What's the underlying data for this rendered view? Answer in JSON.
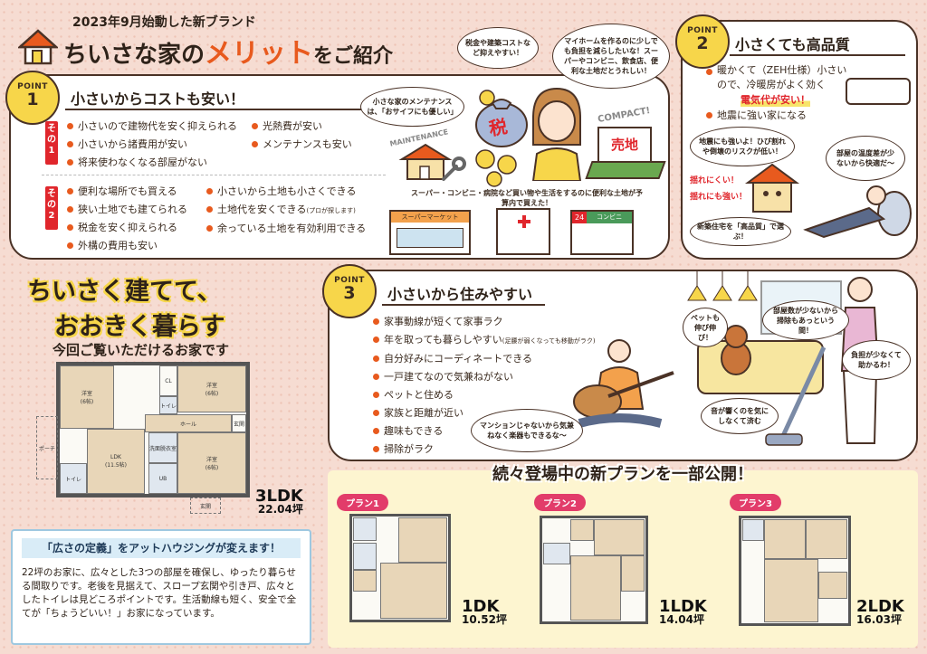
{
  "header": {
    "subtitle": "2023年9月始動した新ブランド",
    "title_main": "ちいさな家の",
    "title_accent": "メリット",
    "title_end": "をご紹介"
  },
  "point1": {
    "badge_word": "POINT",
    "badge_num": "1",
    "title": "小さいからコストも安い！",
    "group1_tag": "その1",
    "group1_left": [
      "小さいので建物代を安く抑えられる",
      "小さいから諸費用が安い",
      "将来使わなくなる部屋がない"
    ],
    "group1_right": [
      "光熱費が安い",
      "メンテナンスも安い"
    ],
    "group2_tag": "その2",
    "group2_left": [
      "便利な場所でも買える",
      "狭い土地でも建てられる",
      "税金を安く抑えられる",
      "外構の費用も安い"
    ],
    "group2_right": [
      "小さいから土地も小さくできる",
      "土地代を安くできる",
      "余っている土地を有効利用できる"
    ],
    "group2_note": "(プロが探します)",
    "illus": {
      "bubble_tax": "税金や建築コストなど抑えやすい！",
      "bubble_home": "マイホームを作るのに少しでも負担を減らしたいな！スーパーやコンビニ、飲食店、便利な土地だとうれしい！",
      "bubble_maint": "小さな家のメンテナンスは、「おサイフにも優しい」",
      "maintenance": "MAINTENANCE",
      "compact": "COMPACT!",
      "tax_char": "税",
      "sold_sign": "売地",
      "shop_caption": "スーパー・コンビニ・病院など買い物や生活をするのに便利な土地が予算内で買えた！",
      "super_sign": "スーパーマーケット",
      "conv_num": "24",
      "conv_sign": "コンビニ"
    }
  },
  "point2": {
    "badge_word": "POINT",
    "badge_num": "2",
    "title": "小さくても高品質",
    "item1": "暖かくて（ZEH仕様）小さいので、冷暖房がよく効く",
    "item1_emph": "電気代が安い！",
    "item2": "地震に強い家になる",
    "bubble_quake": "地震にも強いよ！ひび割れや倒壊のリスクが低い！",
    "bubble_temp": "部屋の温度差が少ないから快適だ〜",
    "shake1": "揺れにくい！",
    "shake2": "揺れにも強い！",
    "bubble_quality": "新築住宅を「高品質」で選ぶ！"
  },
  "slogan": {
    "line1": "ちいさく建てて、",
    "line2": "おおきく暮らす",
    "sub": "今回ご覧いただけるお家です"
  },
  "main_plan": {
    "rooms": [
      "洋室\n(6帖)",
      "LDK\n(11.5帖)",
      "洋室\n(6帖)",
      "洋室\n(6帖)",
      "CL",
      "トイレ",
      "ホール",
      "玄関",
      "洗面脱衣室",
      "UB",
      "トイレ",
      "ポーチ",
      "玄関"
    ],
    "type": "3LDK",
    "size": "22.04坪"
  },
  "definition": {
    "heading": "「広さの定義」をアットハウジングが変えます！",
    "body": "22坪のお家に、広々とした3つの部屋を確保し、ゆったり暮らせる間取りです。老後を見据えて、スロープ玄関や引き戸、広々としたトイレは見どころポイントです。生活動線も短く、安全で全てが「ちょうどいい！」お家になっています。"
  },
  "point3": {
    "badge_word": "POINT",
    "badge_num": "3",
    "title": "小さいから住みやすい",
    "items": [
      "家事動線が短くて家事ラク",
      "年を取っても暮らしやすい",
      "自分好みにコーディネートできる",
      "一戸建てなので気兼ねがない",
      "ペットと住める",
      "家族と距離が近い",
      "趣味もできる",
      "掃除がラク"
    ],
    "item2_note": "(足腰が弱くなっても移動がラク)",
    "bubble_pet": "ペットも伸び伸び！",
    "bubble_clean": "部屋数が少ないから掃除もあっという間！",
    "bubble_burden": "負担が少なくて助かるわ！",
    "bubble_sound": "音が響くのを気にしなくて済む",
    "bubble_mansion": "マンションじゃないから気兼ねなく楽器もできるな〜"
  },
  "plans": {
    "heading": "続々登場中の新プランを一部公開！",
    "list": [
      {
        "label": "プラン1",
        "type": "1DK",
        "size": "10.52坪"
      },
      {
        "label": "プラン2",
        "type": "1LDK",
        "size": "14.04坪"
      },
      {
        "label": "プラン3",
        "type": "2LDK",
        "size": "16.03坪"
      }
    ]
  },
  "colors": {
    "accent": "#e85a1e",
    "red": "#e0262c",
    "yellow": "#f7d64a",
    "pink_bg": "#f6dcd2",
    "plan_bg": "#fdf5d0"
  }
}
